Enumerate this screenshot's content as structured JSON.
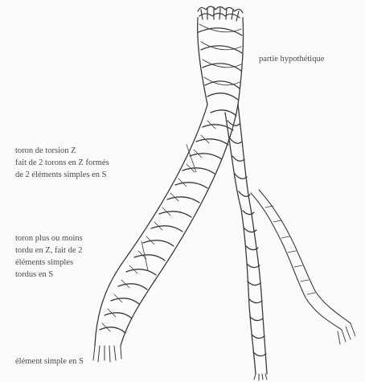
{
  "diagram": {
    "labels": {
      "hypothetical_part": "partie hypothétique",
      "z_twist_strand": "toron de torsion Z\nfait de 2 torons en Z formés\nde 2 éléments simples en S",
      "loose_z_strand": "toron plus ou moins\ntordu en Z, fait de 2\néléments simples\ntordus en S",
      "simple_element": "élément simple en S"
    },
    "colors": {
      "ink": "#3a3a3a",
      "paper": "#fbfbf9"
    }
  }
}
